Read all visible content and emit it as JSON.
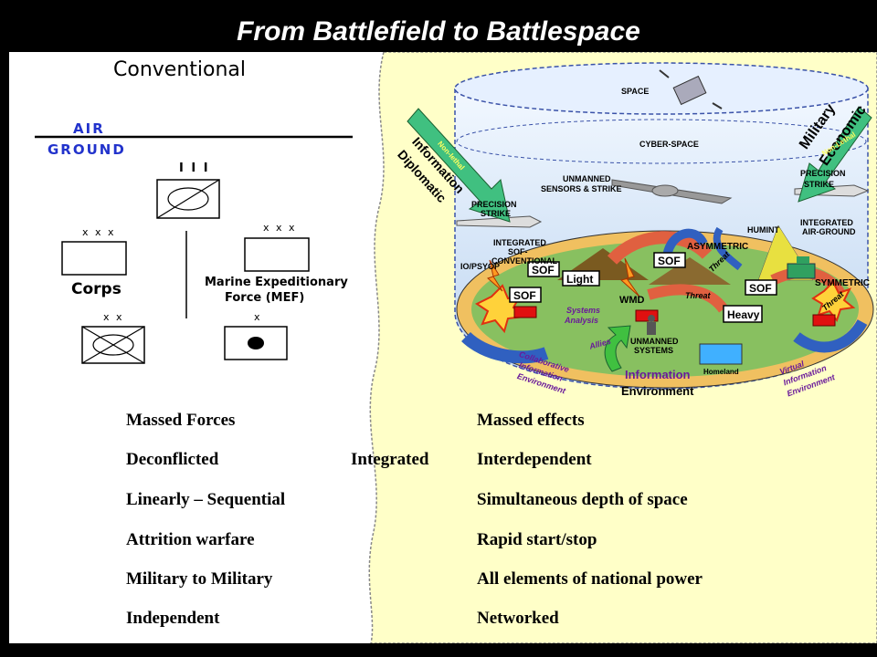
{
  "title": "From Battlefield to Battlespace",
  "conventional": {
    "heading": "Conventional",
    "air": "AIR",
    "ground": "GROUND",
    "echelons": {
      "top": "I I I",
      "corps": "x x x",
      "mef": "x x x",
      "division": "x x",
      "brigade": "x"
    },
    "units": {
      "corps": "Corps",
      "mef_line1": "Marine Expeditionary",
      "mef_line2": "Force (MEF)"
    }
  },
  "battlespace": {
    "layers": {
      "space": "SPACE",
      "cyber": "CYBER-SPACE",
      "unmanned_line1": "UNMANNED",
      "unmanned_line2": "SENSORS & STRIKE"
    },
    "left_arrow": {
      "line1": "Information",
      "line2": "Diplomatic",
      "sub": "Non-lethal"
    },
    "right_arrow": {
      "line1": "Military",
      "line2": "Economic",
      "sub": "Non-Lethal"
    },
    "labels": {
      "precision_left_1": "PRECISION",
      "precision_left_2": "STRIKE",
      "precision_right_1": "PRECISION",
      "precision_right_2": "STRIKE",
      "humint": "HUMINT",
      "integrated_ag_1": "INTEGRATED",
      "integrated_ag_2": "AIR-GROUND",
      "integrated_sof_1": "INTEGRATED",
      "integrated_sof_2": "SOF-",
      "integrated_sof_3": "CONVENTIONAL",
      "iojpsyop": "IO/PSYOP",
      "asymmetric_1": "ASYMMETRIC",
      "asymmetric_2": "SYMMETRIC",
      "sof": "SOF",
      "light": "Light",
      "heavy": "Heavy",
      "wmd": "WMD",
      "threat": "Threat",
      "systems_1": "Systems",
      "systems_2": "Analysis",
      "allies": "Allies",
      "unmanned_systems_1": "UNMANNED",
      "unmanned_systems_2": "SYSTEMS",
      "homeland": "Homeland",
      "collab_1": "Collaborative",
      "collab_2": "Information",
      "collab_3": "Environment",
      "info_env_1": "Information",
      "info_env_2": "Environment",
      "virtual_1": "Virtual",
      "virtual_2": "Information",
      "virtual_3": "Environment"
    }
  },
  "comparison": {
    "middle": "Integrated",
    "rows": [
      {
        "left": "Massed Forces",
        "right": "Massed effects"
      },
      {
        "left": "Deconflicted",
        "right": "Interdependent"
      },
      {
        "left": "Linearly – Sequential",
        "right": "Simultaneous depth of space"
      },
      {
        "left": "Attrition warfare",
        "right": "Rapid  start/stop"
      },
      {
        "left": "Military to Military",
        "right": "All elements of national power"
      },
      {
        "left": "Independent",
        "right": "Networked"
      }
    ]
  }
}
